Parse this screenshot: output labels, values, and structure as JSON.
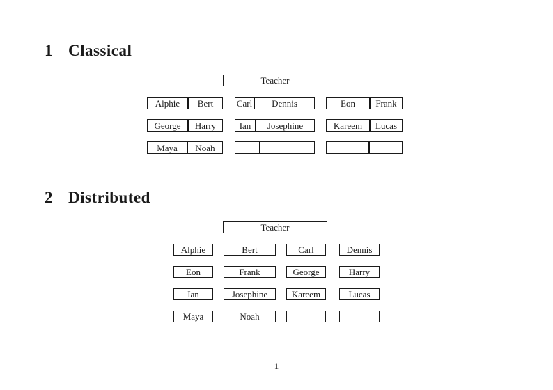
{
  "document": {
    "page_number": "1"
  },
  "classical": {
    "number": "1",
    "title": "Classical",
    "teacher": "Teacher",
    "rows": [
      [
        [
          "Alphie",
          "Bert"
        ],
        [
          "Carl",
          "Dennis"
        ],
        [
          "Eon",
          "Frank"
        ]
      ],
      [
        [
          "George",
          "Harry"
        ],
        [
          "Ian",
          "Josephine"
        ],
        [
          "Kareem",
          "Lucas"
        ]
      ],
      [
        [
          "Maya",
          "Noah"
        ],
        [
          "",
          ""
        ],
        [
          "",
          ""
        ]
      ]
    ]
  },
  "distributed": {
    "number": "2",
    "title": "Distributed",
    "teacher": "Teacher",
    "rows": [
      [
        "Alphie",
        "Bert",
        "Carl",
        "Dennis"
      ],
      [
        "Eon",
        "Frank",
        "George",
        "Harry"
      ],
      [
        "Ian",
        "Josephine",
        "Kareem",
        "Lucas"
      ],
      [
        "Maya",
        "Noah",
        "",
        ""
      ]
    ]
  }
}
